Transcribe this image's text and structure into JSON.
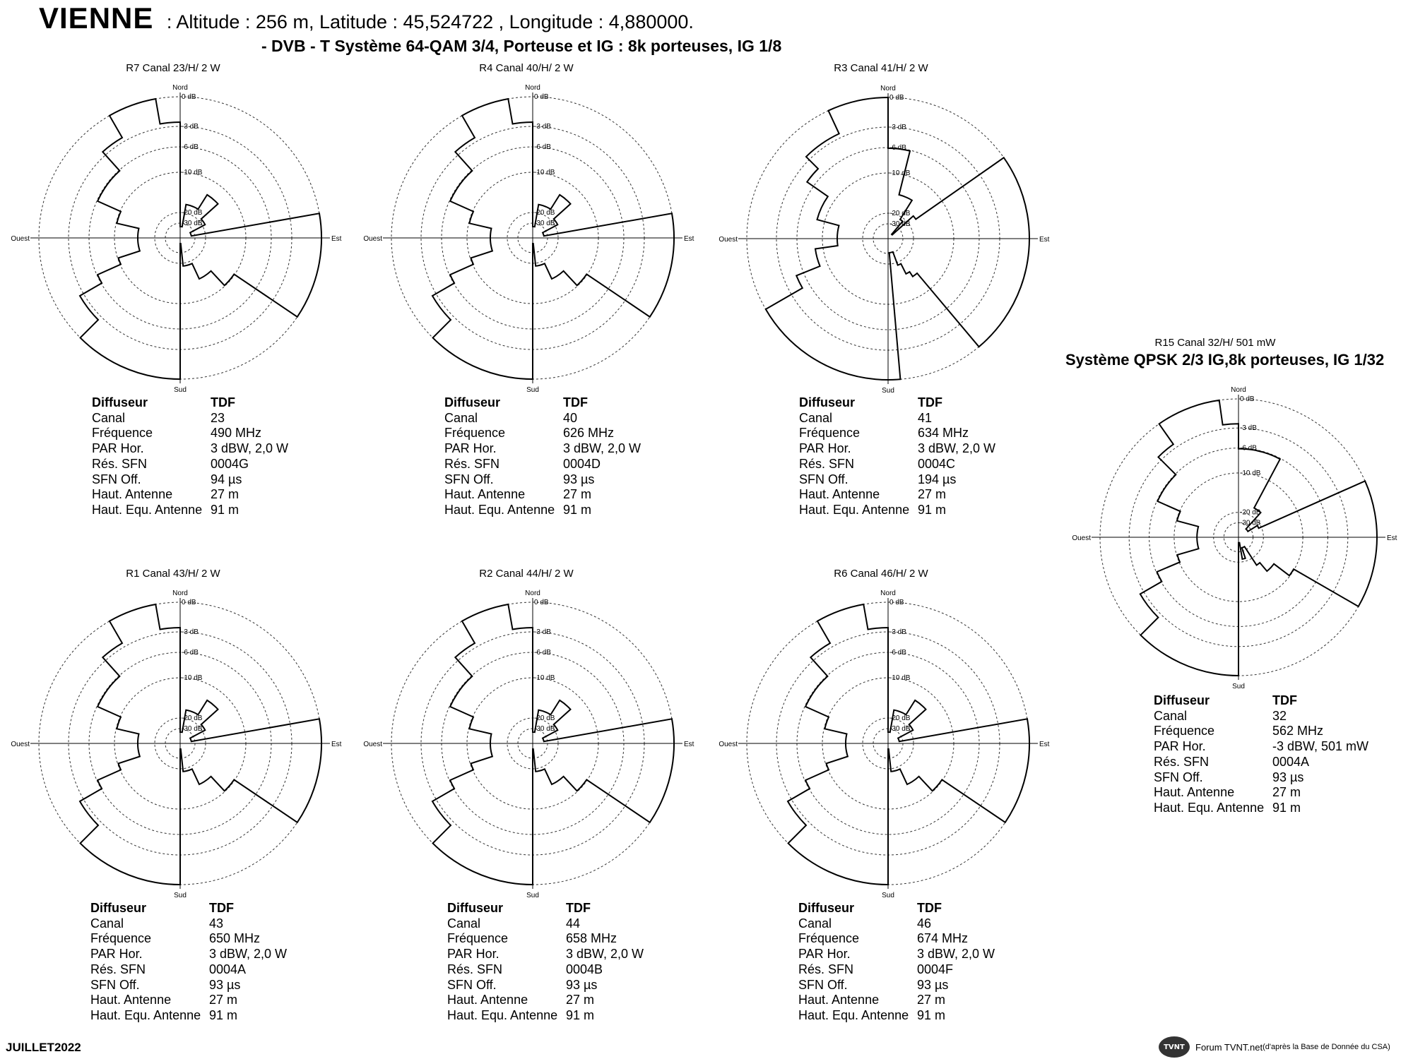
{
  "header": {
    "city": "VIENNE",
    "coords": ": Altitude : 256 m,  Latitude : 45,524722 ,  Longitude : 4,880000.",
    "subtitle": "- DVB - T     Système 64-QAM 3/4,  Porteuse et IG : 8k porteuses, IG 1/8",
    "qpsk_title": "Système QPSK 2/3 IG,8k porteuses, IG 1/32"
  },
  "axis_labels": {
    "north": "Nord",
    "south": "Sud",
    "east": "Est",
    "west": "Ouest"
  },
  "ring_labels": [
    "0 dB",
    "-3 dB",
    "-6 dB",
    "-10 dB",
    "-20 dB",
    "-30 dB"
  ],
  "info_labels": [
    "Diffuseur",
    "Canal",
    "Fréquence",
    "PAR Hor.",
    "Rés. SFN",
    "SFN Off.",
    "Haut. Antenne",
    "Haut. Equ. Antenne"
  ],
  "panels": [
    {
      "header": "R7   Canal 23/H/  2  W",
      "values": [
        "TDF",
        "23",
        "490 MHz",
        "3 dBW, 2,0 W",
        "0004G",
        "94 µs",
        "27 m",
        "91 m"
      ]
    },
    {
      "header": "R4   Canal 40/H/  2  W",
      "values": [
        "TDF",
        "40",
        "626 MHz",
        "3 dBW, 2,0 W",
        "0004D",
        "93 µs",
        "27 m",
        "91 m"
      ]
    },
    {
      "header": "R3   Canal 41/H/  2  W",
      "values": [
        "TDF",
        "41",
        "634 MHz",
        "3 dBW, 2,0 W",
        "0004C",
        "194 µs",
        "27 m",
        "91 m"
      ]
    },
    {
      "header": "R15   Canal 32/H/ 501 mW",
      "values": [
        "TDF",
        "32",
        "562 MHz",
        "-3 dBW, 501 mW",
        "0004A",
        "93 µs",
        "27 m",
        "91 m"
      ]
    },
    {
      "header": "R1   Canal 43/H/  2  W",
      "values": [
        "TDF",
        "43",
        "650 MHz",
        "3 dBW, 2,0 W",
        "0004A",
        "93 µs",
        "27 m",
        "91 m"
      ]
    },
    {
      "header": "R2   Canal 44/H/  2  W",
      "values": [
        "TDF",
        "44",
        "658 MHz",
        "3 dBW, 2,0 W",
        "0004B",
        "93 µs",
        "27 m",
        "91 m"
      ]
    },
    {
      "header": "R6   Canal 46/H/  2  W",
      "values": [
        "TDF",
        "46",
        "674 MHz",
        "3 dBW, 2,0 W",
        "0004F",
        "93 µs",
        "27 m",
        "91 m"
      ]
    }
  ],
  "patterns": {
    "standard": [
      [
        0,
        4.6
      ],
      [
        10,
        3.8
      ],
      [
        25,
        3.8
      ],
      [
        32,
        3.2
      ],
      [
        44,
        3.2
      ],
      [
        48,
        4.0
      ],
      [
        55,
        4.0
      ],
      [
        62,
        4.6
      ],
      [
        72,
        4.6
      ],
      [
        80,
        0
      ],
      [
        100,
        0
      ],
      [
        112,
        0
      ],
      [
        124,
        2.7
      ],
      [
        132,
        2.7
      ],
      [
        137,
        3.4
      ],
      [
        148,
        3.4
      ],
      [
        155,
        4.0
      ],
      [
        167,
        4.0
      ],
      [
        174,
        4.8
      ],
      [
        180,
        0
      ],
      [
        190,
        0
      ],
      [
        205,
        0
      ],
      [
        217,
        0
      ],
      [
        225,
        0.9
      ],
      [
        233,
        0.9
      ],
      [
        240,
        1.8
      ],
      [
        246,
        2.7
      ],
      [
        252,
        3.5
      ],
      [
        258,
        3.5
      ],
      [
        263,
        3.5
      ],
      [
        270,
        3.5
      ],
      [
        277,
        3.5
      ],
      [
        283,
        2.7
      ],
      [
        288,
        2.7
      ],
      [
        294,
        1.8
      ],
      [
        303,
        1.8
      ],
      [
        310,
        1.8
      ],
      [
        318,
        0.9
      ],
      [
        330,
        0
      ],
      [
        340,
        0
      ],
      [
        350,
        0.9
      ],
      [
        354,
        0.9
      ]
    ],
    "r3": [
      [
        0,
        1.8
      ],
      [
        8,
        1.8
      ],
      [
        14,
        3.4
      ],
      [
        25,
        3.4
      ],
      [
        32,
        4.2
      ],
      [
        40,
        4.8
      ],
      [
        48,
        3.8
      ],
      [
        55,
        0
      ],
      [
        65,
        0
      ],
      [
        80,
        0
      ],
      [
        95,
        0
      ],
      [
        110,
        0
      ],
      [
        125,
        0
      ],
      [
        140,
        3.4
      ],
      [
        147,
        3.6
      ],
      [
        153,
        4.0
      ],
      [
        160,
        4.5
      ],
      [
        170,
        4.5
      ],
      [
        175,
        0
      ],
      [
        185,
        0
      ],
      [
        200,
        0
      ],
      [
        215,
        0
      ],
      [
        227,
        0
      ],
      [
        240,
        1.5
      ],
      [
        248,
        2.4
      ],
      [
        255,
        2.4
      ],
      [
        262,
        3.2
      ],
      [
        270,
        3.2
      ],
      [
        278,
        3.2
      ],
      [
        285,
        2.4
      ],
      [
        295,
        2.4
      ],
      [
        305,
        1.5
      ],
      [
        315,
        0.9
      ],
      [
        325,
        0.9
      ],
      [
        335,
        0
      ],
      [
        345,
        0
      ],
      [
        355,
        0
      ]
    ],
    "qpsk": [
      [
        0,
        1.8
      ],
      [
        8,
        1.8
      ],
      [
        20,
        1.8
      ],
      [
        28,
        3.8
      ],
      [
        35,
        3.8
      ],
      [
        42,
        4.6
      ],
      [
        52,
        4.6
      ],
      [
        58,
        4.2
      ],
      [
        66,
        0
      ],
      [
        80,
        0
      ],
      [
        90,
        0
      ],
      [
        100,
        0
      ],
      [
        108,
        0
      ],
      [
        120,
        2.7
      ],
      [
        127,
        3.4
      ],
      [
        133,
        3.4
      ],
      [
        140,
        3.8
      ],
      [
        147,
        4.6
      ],
      [
        155,
        4.6
      ],
      [
        162,
        4.2
      ],
      [
        170,
        4.8
      ],
      [
        180,
        0
      ],
      [
        190,
        0
      ],
      [
        205,
        0
      ],
      [
        217,
        0
      ],
      [
        225,
        0.9
      ],
      [
        233,
        0.9
      ],
      [
        240,
        1.8
      ],
      [
        247,
        2.7
      ],
      [
        254,
        3.5
      ],
      [
        262,
        3.5
      ],
      [
        270,
        3.5
      ],
      [
        278,
        3.5
      ],
      [
        285,
        2.7
      ],
      [
        294,
        1.8
      ],
      [
        305,
        1.8
      ],
      [
        315,
        0.9
      ],
      [
        325,
        0
      ],
      [
        340,
        0
      ],
      [
        352,
        0.9
      ]
    ]
  },
  "footer": {
    "date": "JUILLET2022",
    "logo": "TVNT",
    "credit": "Forum TVNT.net",
    "credit_small": " (d'après la Base de Donnée du CSA)"
  }
}
